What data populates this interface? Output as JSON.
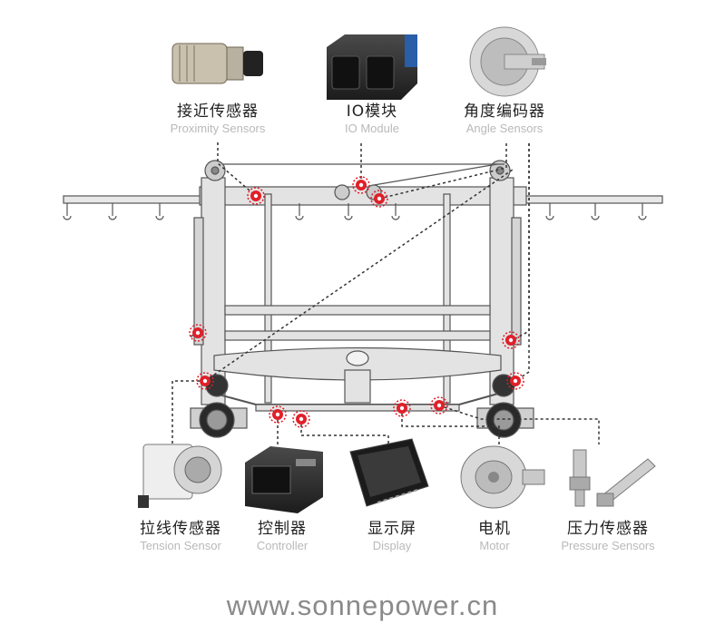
{
  "components_top": [
    {
      "zh": "接近传感器",
      "en": "Proximity Sensors",
      "icon": "proximity-sensor-icon"
    },
    {
      "zh": "IO模块",
      "en": "IO Module",
      "icon": "io-module-icon"
    },
    {
      "zh": "角度编码器",
      "en": "Angle Sensors",
      "icon": "angle-encoder-icon"
    }
  ],
  "components_bottom": [
    {
      "zh": "拉线传感器",
      "en": "Tension Sensor",
      "icon": "tension-sensor-icon"
    },
    {
      "zh": "控制器",
      "en": "Controller",
      "icon": "controller-icon"
    },
    {
      "zh": "显示屏",
      "en": "Display",
      "icon": "display-icon"
    },
    {
      "zh": "电机",
      "en": "Motor",
      "icon": "motor-icon"
    },
    {
      "zh": "压力传感器",
      "en": "Pressure Sensors",
      "icon": "pressure-sensor-icon"
    }
  ],
  "website": "www.sonnepower.cn",
  "colors": {
    "marker": "#e0202a",
    "frame": "#dcdcdc",
    "outline": "#555555",
    "text": "#222222",
    "subtext": "#b9b9b9"
  }
}
